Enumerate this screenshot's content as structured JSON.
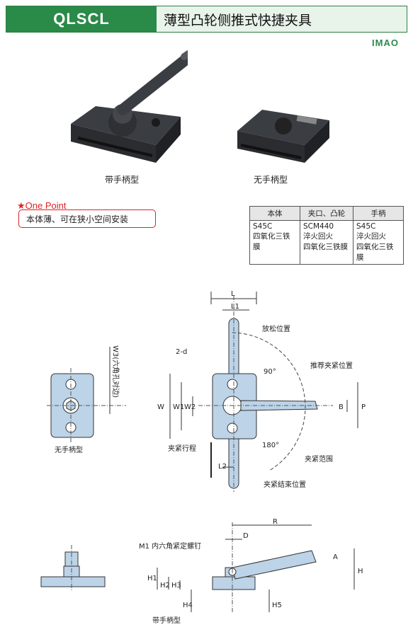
{
  "header": {
    "model": "QLSCL",
    "title": "薄型凸轮侧推式快捷夹具"
  },
  "logo": "IMAO",
  "photos": {
    "with_handle": "带手柄型",
    "without_handle": "无手柄型"
  },
  "one_point": {
    "label": "★One Point",
    "text": "本体薄、可在狭小空间安装"
  },
  "materials": {
    "headers": [
      "本体",
      "夹口、凸轮",
      "手柄"
    ],
    "cells": [
      [
        "S45C",
        "四氧化三铁膜"
      ],
      [
        "SCM440",
        "淬火回火",
        "四氧化三铁膜"
      ],
      [
        "S45C",
        "淬火回火",
        "四氧化三铁膜"
      ]
    ]
  },
  "drawing_top": {
    "left_caption": "无手柄型",
    "w3": "W3(六角孔对边)",
    "L": "L",
    "L1": "L1",
    "L2": "L2",
    "d": "2-d",
    "W": "W",
    "W1": "W1",
    "W2": "W2",
    "release": "放松位置",
    "recommended": "推荐夹紧位置",
    "stroke": "夹紧行程",
    "range": "夹紧范围",
    "end": "夹紧结束位置",
    "a90": "90°",
    "a180": "180°",
    "B": "B",
    "P": "P"
  },
  "drawing_bottom": {
    "caption": "带手柄型",
    "m1": "M1 内六角紧定螺钉",
    "R": "R",
    "D": "D",
    "A": "A",
    "H": "H",
    "H1": "H1",
    "H2": "H2",
    "H3": "H3",
    "H4": "H4",
    "H5": "H5"
  }
}
